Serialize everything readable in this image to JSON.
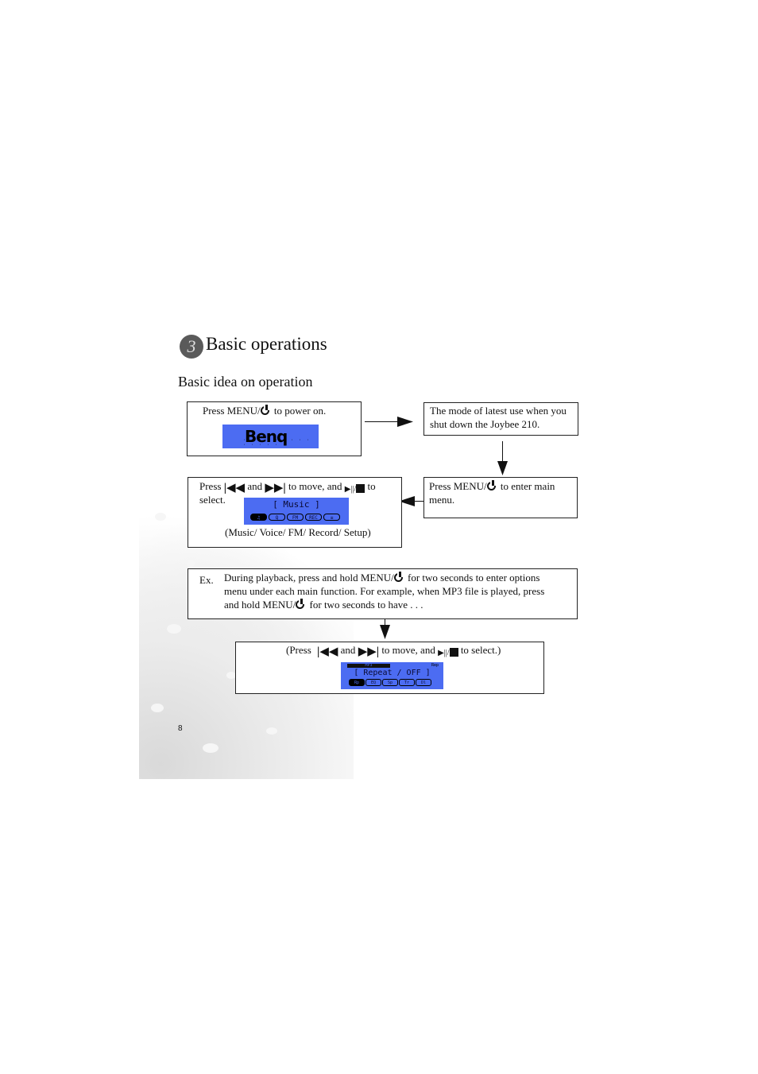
{
  "chapter": {
    "number": "3",
    "title": "Basic operations"
  },
  "section_title": "Basic idea on operation",
  "box_power_on": {
    "press": "Press",
    "menu": "MENU/",
    "rest": "to power on.",
    "lcd_logo": "Benq"
  },
  "box_latest_mode": {
    "text": "The mode of latest use when you shut down the Joybee 210."
  },
  "box_main_menu": {
    "press": "Press",
    "menu": "MENU/",
    "rest": "to enter main menu."
  },
  "box_select": {
    "press": "Press",
    "and": "and",
    "move": "to move, and",
    "to": "to",
    "select": "select.",
    "lcd_title": "[  Music  ]",
    "lcd_icons": [
      "♫",
      "Q",
      "FM",
      "REC",
      "≡"
    ],
    "caption": "(Music/ Voice/ FM/ Record/ Setup)"
  },
  "box_example": {
    "label": "Ex.",
    "line1_a": "During playback, press and hold",
    "menu": "MENU/",
    "line1_b": "for two seconds to enter options",
    "line2": "menu under each main function. For example, when MP3 file is played, press",
    "line3_a": "and hold",
    "line3_b": "for two seconds to have . . ."
  },
  "box_options": {
    "press": "(Press",
    "and": "and",
    "move": "to move, and",
    "select": "to select.)",
    "lcd_top": "MP3",
    "lcd_top_right": "Rep",
    "lcd_title": "[ Repeat / OFF ]",
    "lcd_icons": [
      "Rp",
      "EQ",
      "Sp",
      "Tr",
      "Dl"
    ]
  },
  "page_number": "8"
}
